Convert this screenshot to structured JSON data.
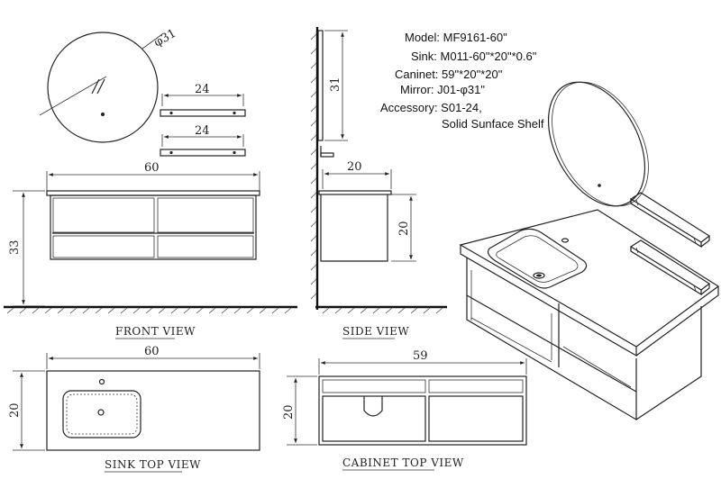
{
  "specs": {
    "model": "Model:  MF9161-60\"",
    "sink": "Sink:  M011-60\"*20\"*0.6\"",
    "cabinet": "Caninet:  59\"*20\"*20\"",
    "mirror": "Mirror:  J01-φ31\"",
    "accessory_1": "Accessory:  S01-24,",
    "accessory_2": "Solid Sunface Shelf"
  },
  "views": {
    "front": "FRONT VIEW",
    "side": "SIDE VIEW",
    "sink_top": "SINK TOP VIEW",
    "cabinet_top": "CABINET TOP VIEW"
  },
  "dimensions": {
    "mirror_dia": "φ31",
    "shelf_1": "24",
    "shelf_2": "24",
    "front_width": "60",
    "front_height": "33",
    "side_mirror_height": "31",
    "side_depth": "20",
    "side_height": "20",
    "sink_top_width": "60",
    "sink_top_depth": "20",
    "cabinet_top_width": "59",
    "cabinet_top_depth": "20"
  }
}
